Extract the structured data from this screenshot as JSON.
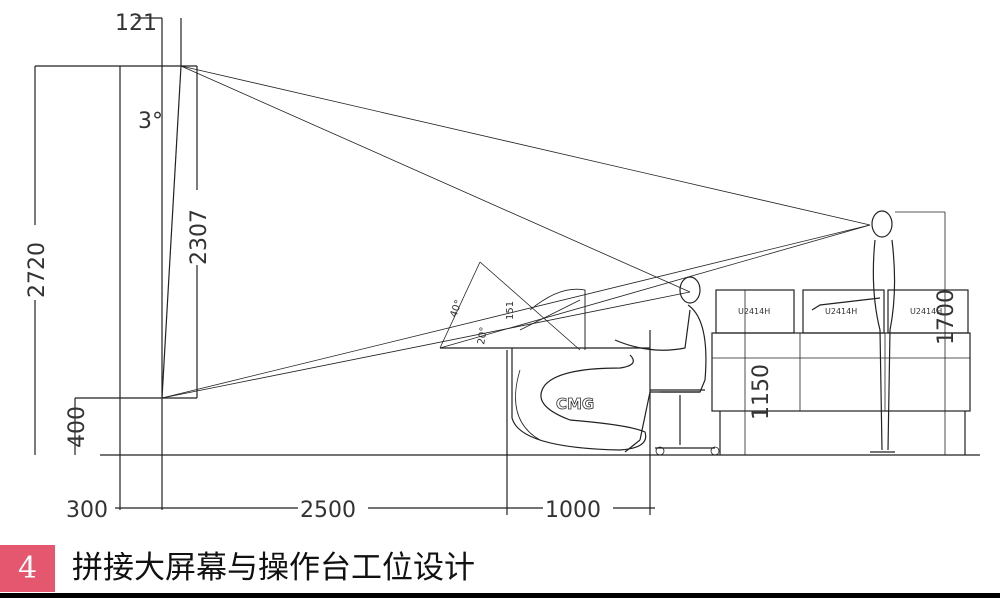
{
  "drawing": {
    "dimensions": {
      "screen_offset": "121",
      "tilt_angle": "3°",
      "total_height": "2720",
      "screen_height": "2307",
      "screen_bottom": "400",
      "wall_gap": "300",
      "screen_to_desk": "2500",
      "desk_depth": "1000",
      "console_height": "1150",
      "standing_eye": "1700",
      "angle_upper": "40°",
      "angle_lower": "20°",
      "monitor_offset": "151"
    },
    "desk_logo": "CMG",
    "monitors": [
      "U2414H",
      "U2414H",
      "U2414H"
    ]
  },
  "caption": {
    "number": "4",
    "title": "拼接大屏幕与操作台工位设计",
    "badge_color": "#e5566f"
  }
}
